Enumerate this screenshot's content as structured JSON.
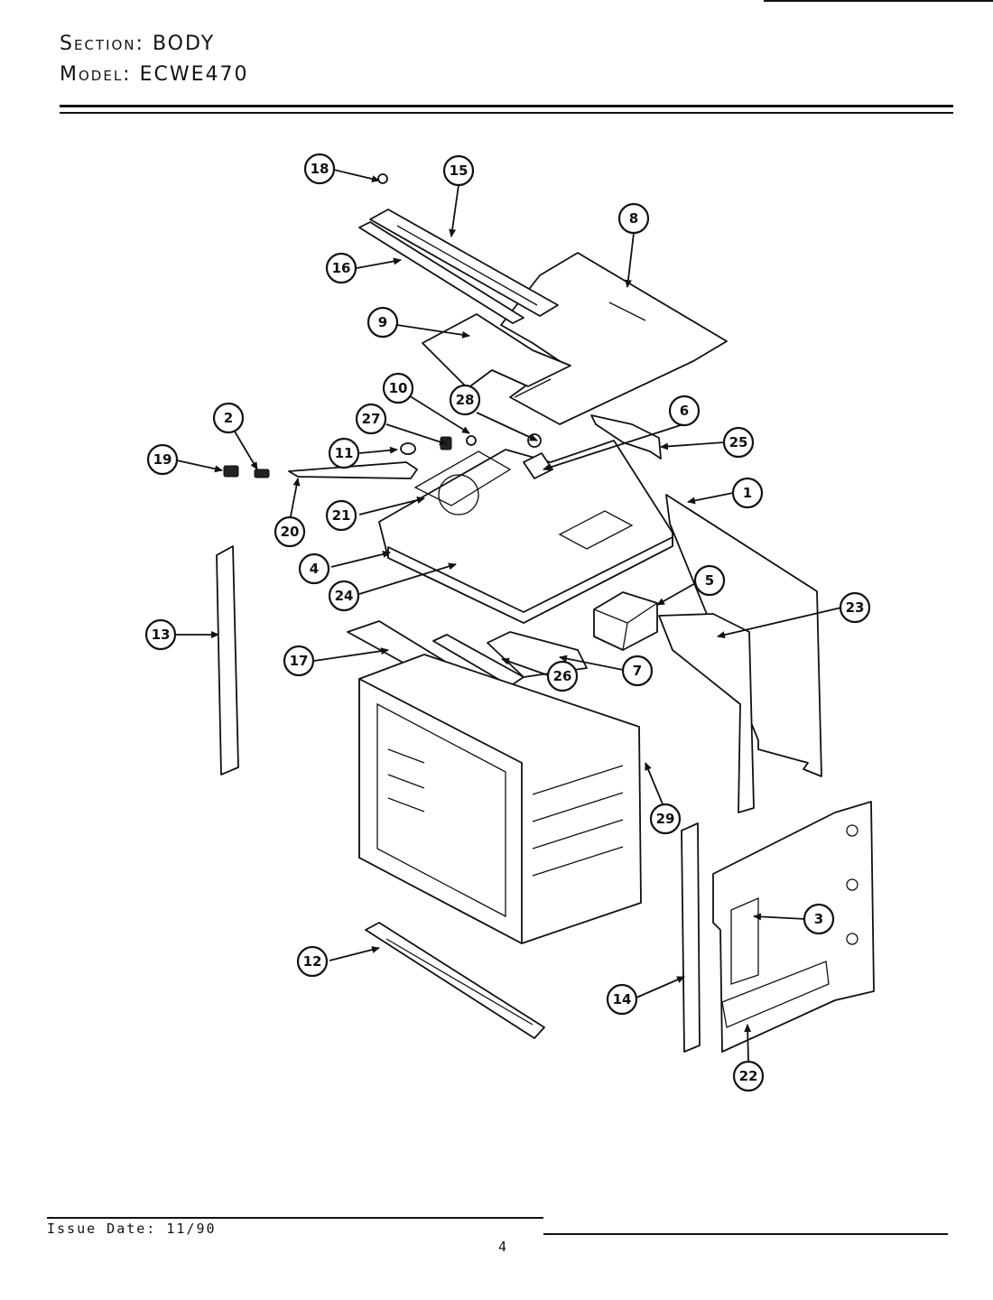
{
  "header": {
    "section_key": "Section:",
    "section_value": "BODY",
    "model_key": "Model:",
    "model_value": "ECWE470"
  },
  "footer": {
    "issue_date": "Issue Date: 11/90",
    "page_number": "4"
  },
  "callouts": [
    "1",
    "2",
    "3",
    "4",
    "5",
    "6",
    "7",
    "8",
    "9",
    "10",
    "11",
    "12",
    "13",
    "14",
    "15",
    "16",
    "17",
    "18",
    "19",
    "20",
    "21",
    "22",
    "23",
    "24",
    "25",
    "26",
    "27",
    "28",
    "29"
  ]
}
